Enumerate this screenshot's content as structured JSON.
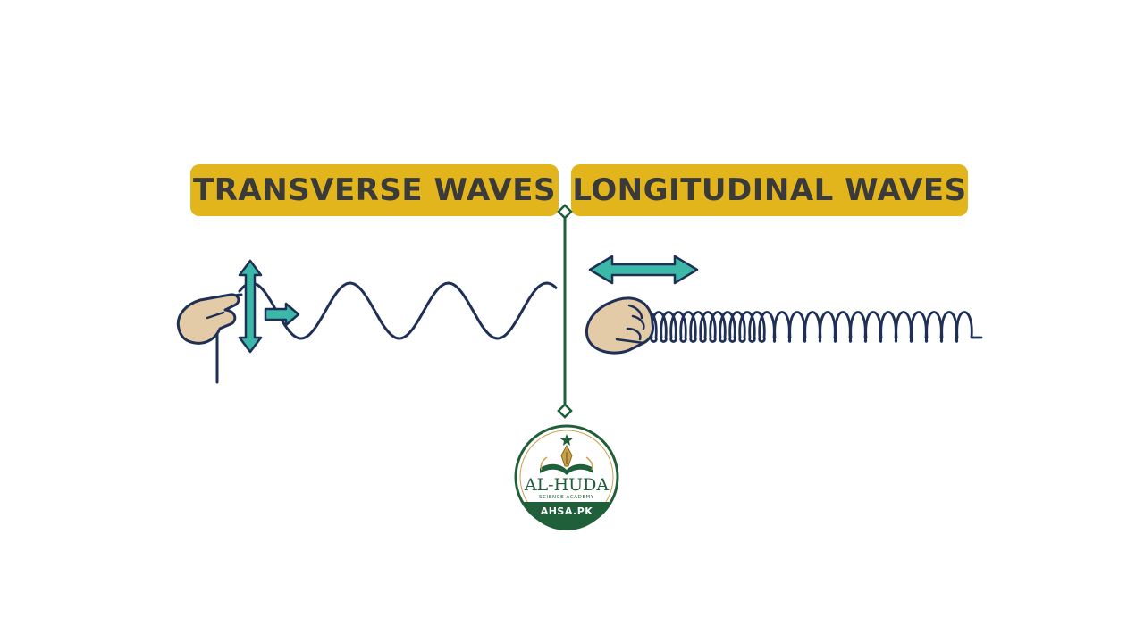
{
  "headings": {
    "left": "TRANSVERSE WAVES",
    "right": "LONGITUDINAL WAVES"
  },
  "logo": {
    "name": "AL-HUDA",
    "subtitle": "SCIENCE ACADEMY",
    "site": "AHSA.PK"
  },
  "colors": {
    "banner": "#e3b51c",
    "banner_text": "#3a3a3a",
    "wave": "#1e3056",
    "arrow_fill": "#3bb8a8",
    "arrow_stroke": "#1e3056",
    "divider": "#1f5f3a",
    "hand_fill": "#e4cba8",
    "logo_green": "#1f5f3a",
    "logo_gold": "#c9a14a"
  },
  "icons": [
    "hand-icon",
    "vertical-double-arrow-icon",
    "right-arrow-icon",
    "horizontal-double-arrow-icon",
    "book-pen-icon",
    "star-icon"
  ]
}
